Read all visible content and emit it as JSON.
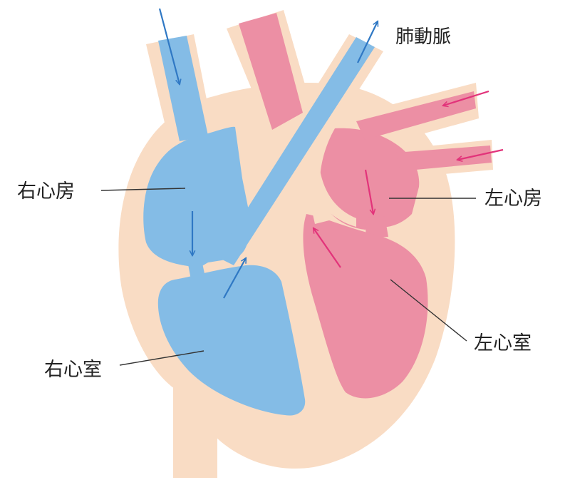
{
  "labels": {
    "pulmonary_artery": "肺動脈",
    "right_atrium": "右心房",
    "left_atrium": "左心房",
    "left_ventricle": "左心室",
    "right_ventricle": "右心室"
  },
  "colors": {
    "tissue": "#f9dcc4",
    "venous_blood": "#84bce6",
    "arterial_blood": "#ec8fa4",
    "venous_arrow": "#2f78c4",
    "arterial_arrow": "#e2337a",
    "leader_line": "#333333",
    "label_text": "#222222",
    "background": "#ffffff"
  }
}
